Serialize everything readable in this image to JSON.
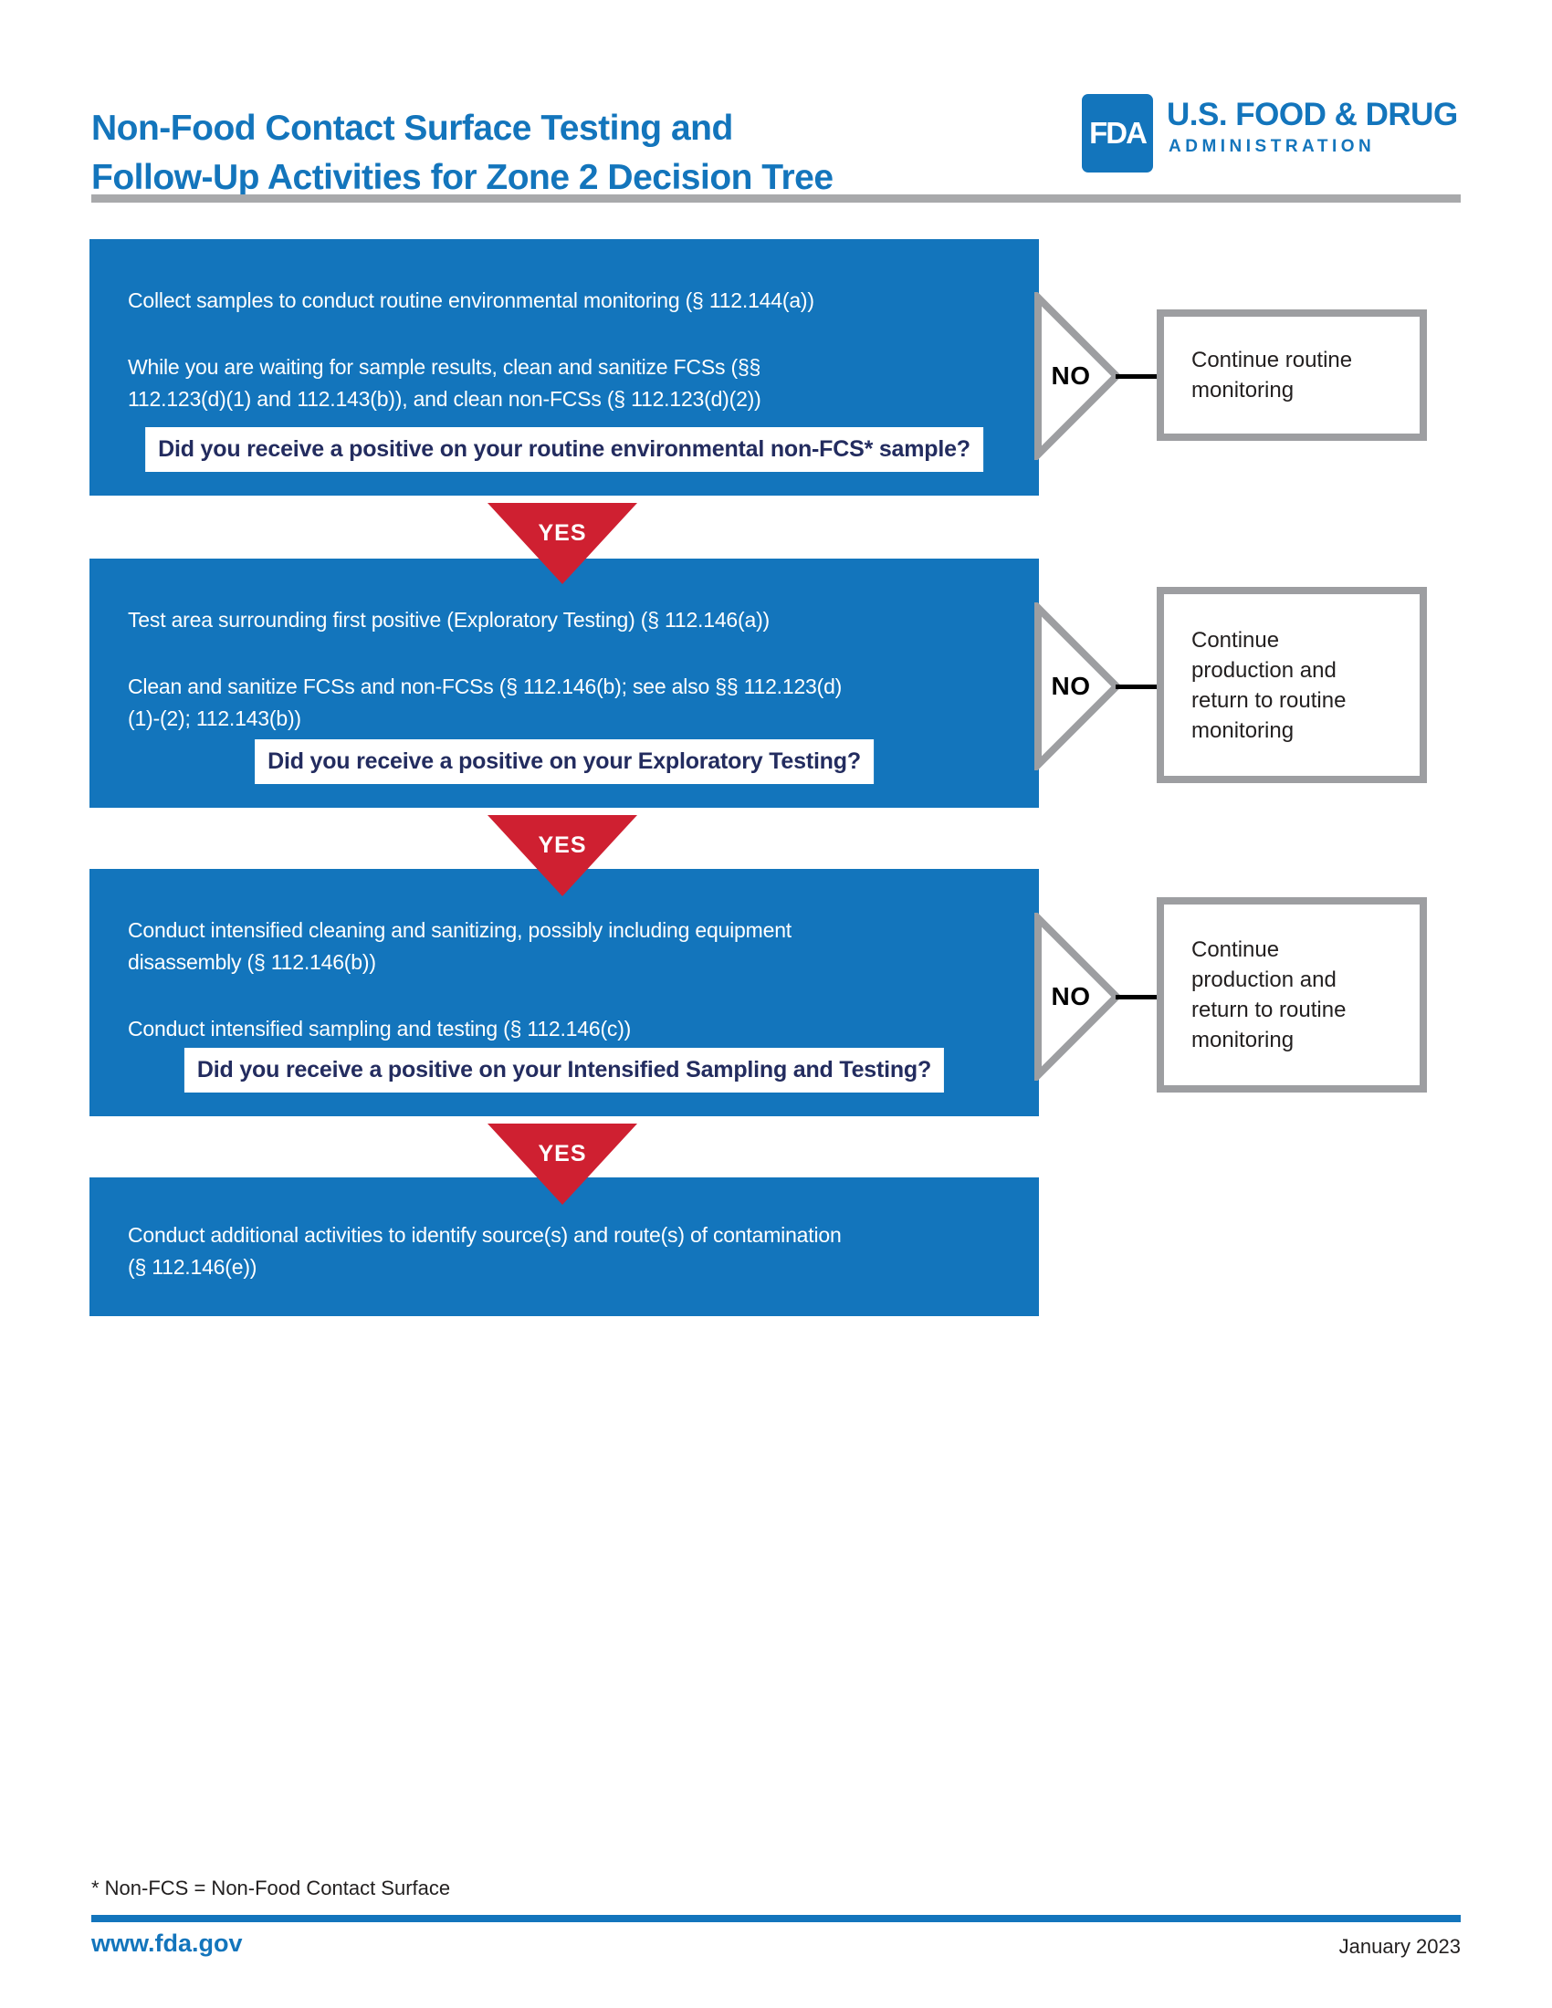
{
  "header": {
    "title_lines": [
      "Non-Food Contact Surface Testing and",
      "Follow-Up Activities for Zone 2 Decision Tree"
    ],
    "logo": {
      "monogram": "FDA",
      "name_line1": "U.S. FOOD & DRUG",
      "name_line2": "ADMINISTRATION"
    }
  },
  "colors": {
    "fda_blue": "#1375BC",
    "question_navy": "#232C5F",
    "yes_red": "#CF2031",
    "result_border_gray": "#9D9EA1",
    "title_rule_gray": "#A8A9AB",
    "text_black": "#221F1F"
  },
  "flow": {
    "steps": [
      {
        "paragraphs": [
          [
            "Collect samples to conduct routine environmental monitoring (§ 112.144(a))"
          ],
          [
            "While you are waiting for sample results, clean and sanitize FCSs (§§",
            "112.123(d)(1) and 112.143(b)), and clean non-FCSs (§ 112.123(d)(2))"
          ]
        ],
        "question": "Did you receive a positive on your routine environmental non-FCS* sample?",
        "no": {
          "label": "NO",
          "result_lines": [
            "Continue routine",
            "monitoring"
          ]
        },
        "yes": {
          "label": "YES"
        }
      },
      {
        "paragraphs": [
          [
            "Test area surrounding first positive (Exploratory Testing) (§ 112.146(a))"
          ],
          [
            "Clean and sanitize FCSs and non-FCSs (§ 112.146(b); see also §§ 112.123(d)",
            "(1)-(2); 112.143(b))"
          ]
        ],
        "question": "Did you receive a positive on your Exploratory Testing?",
        "no": {
          "label": "NO",
          "result_lines": [
            "Continue",
            "production and",
            "return to routine",
            "monitoring"
          ]
        },
        "yes": {
          "label": "YES"
        }
      },
      {
        "paragraphs": [
          [
            "Conduct intensified cleaning and sanitizing, possibly including equipment",
            "disassembly (§ 112.146(b))"
          ],
          [
            "Conduct intensified sampling and testing (§ 112.146(c))"
          ]
        ],
        "question": "Did you receive a positive on your Intensified Sampling and Testing?",
        "no": {
          "label": "NO",
          "result_lines": [
            "Continue",
            "production and",
            "return to routine",
            "monitoring"
          ]
        },
        "yes": {
          "label": "YES"
        }
      }
    ],
    "final_lines": [
      "Conduct additional activities to identify source(s) and route(s) of contamination",
      "(§ 112.146(e))"
    ]
  },
  "footer": {
    "footnote": "* Non-FCS = Non-Food Contact Surface",
    "website": "www.fda.gov",
    "date": "January 2023"
  }
}
